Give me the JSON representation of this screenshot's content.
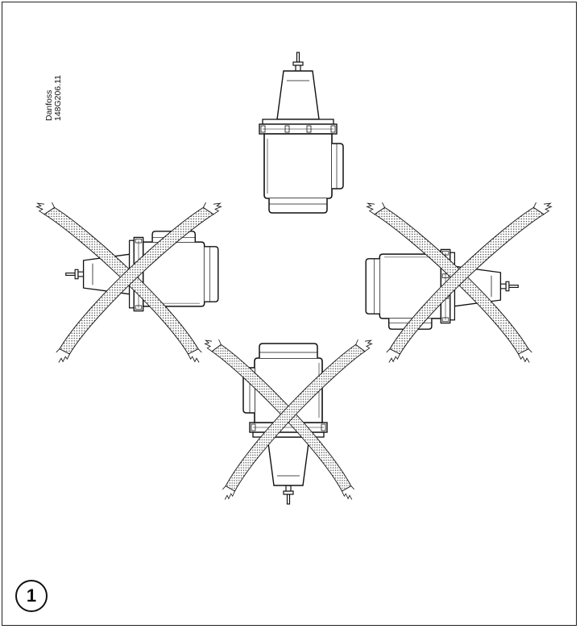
{
  "diagram": {
    "brand_label": "Danfoss",
    "drawing_number": "148G206.11",
    "figure_number": "1",
    "views": [
      {
        "orientation": "upright",
        "allowed": true
      },
      {
        "orientation": "rotated-left",
        "allowed": false
      },
      {
        "orientation": "rotated-right",
        "allowed": false
      },
      {
        "orientation": "upside-down",
        "allowed": false
      }
    ],
    "colors": {
      "line": "#111111",
      "cross_hatch": "#9a9a9a",
      "frame": "#222222"
    }
  }
}
